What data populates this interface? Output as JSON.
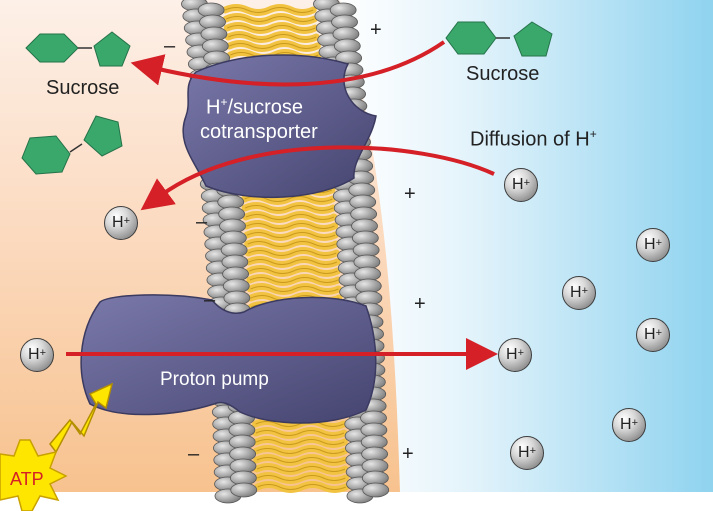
{
  "labels": {
    "sucrose_left": "Sucrose",
    "sucrose_right": "Sucrose",
    "cotransporter_line1_prefix": "H",
    "cotransporter_line1_sup": "+",
    "cotransporter_line1_rest": "/sucrose",
    "cotransporter_line2": "cotransporter",
    "diffusion_prefix": "Diffusion of H",
    "diffusion_sup": "+",
    "proton_pump": "Proton pump",
    "atp": "ATP"
  },
  "ion": {
    "symbol": "H",
    "charge": "+"
  },
  "signs": {
    "minus": "–",
    "plus": "+"
  },
  "colors": {
    "arrow": "#d42026",
    "protein": "#5b5a8c",
    "sucrose": "#3aa86a",
    "atp_star": "#ffe600",
    "lipid_head": "#a3a3a3",
    "lipid_tail": "#f2c341"
  }
}
